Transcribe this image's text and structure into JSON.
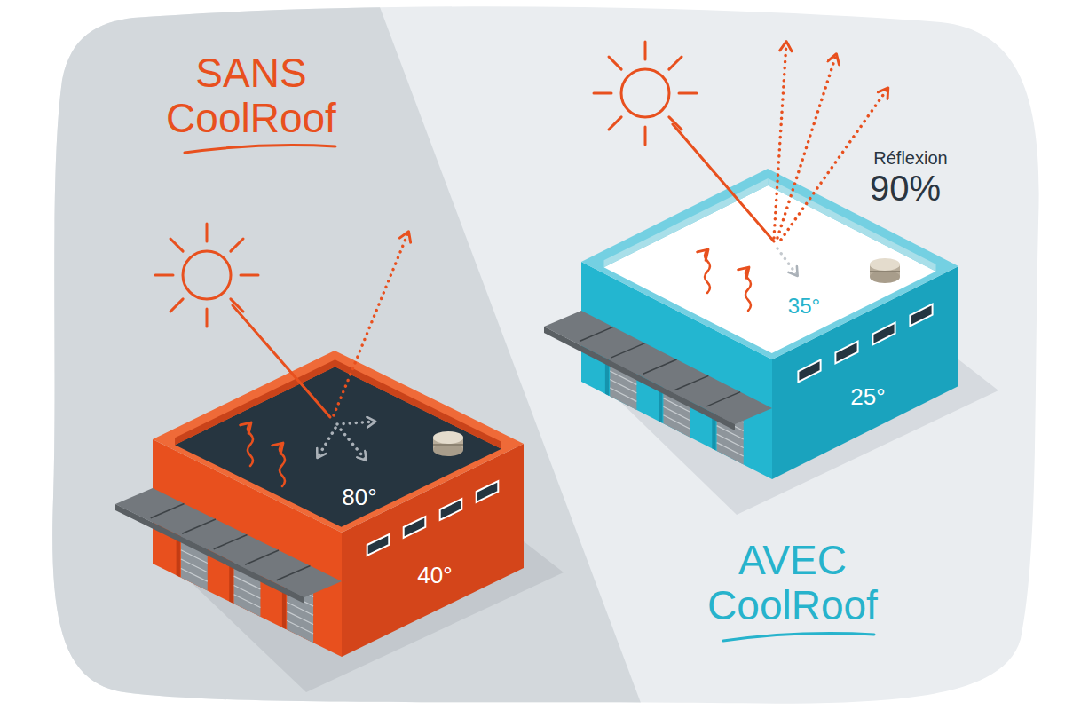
{
  "diagram": {
    "labels": [
      "SANS CoolRoof",
      "80°",
      "40°",
      "AVEC CoolRoof",
      "Réflexion",
      "90%",
      "35°",
      "25°"
    ]
  }
}
